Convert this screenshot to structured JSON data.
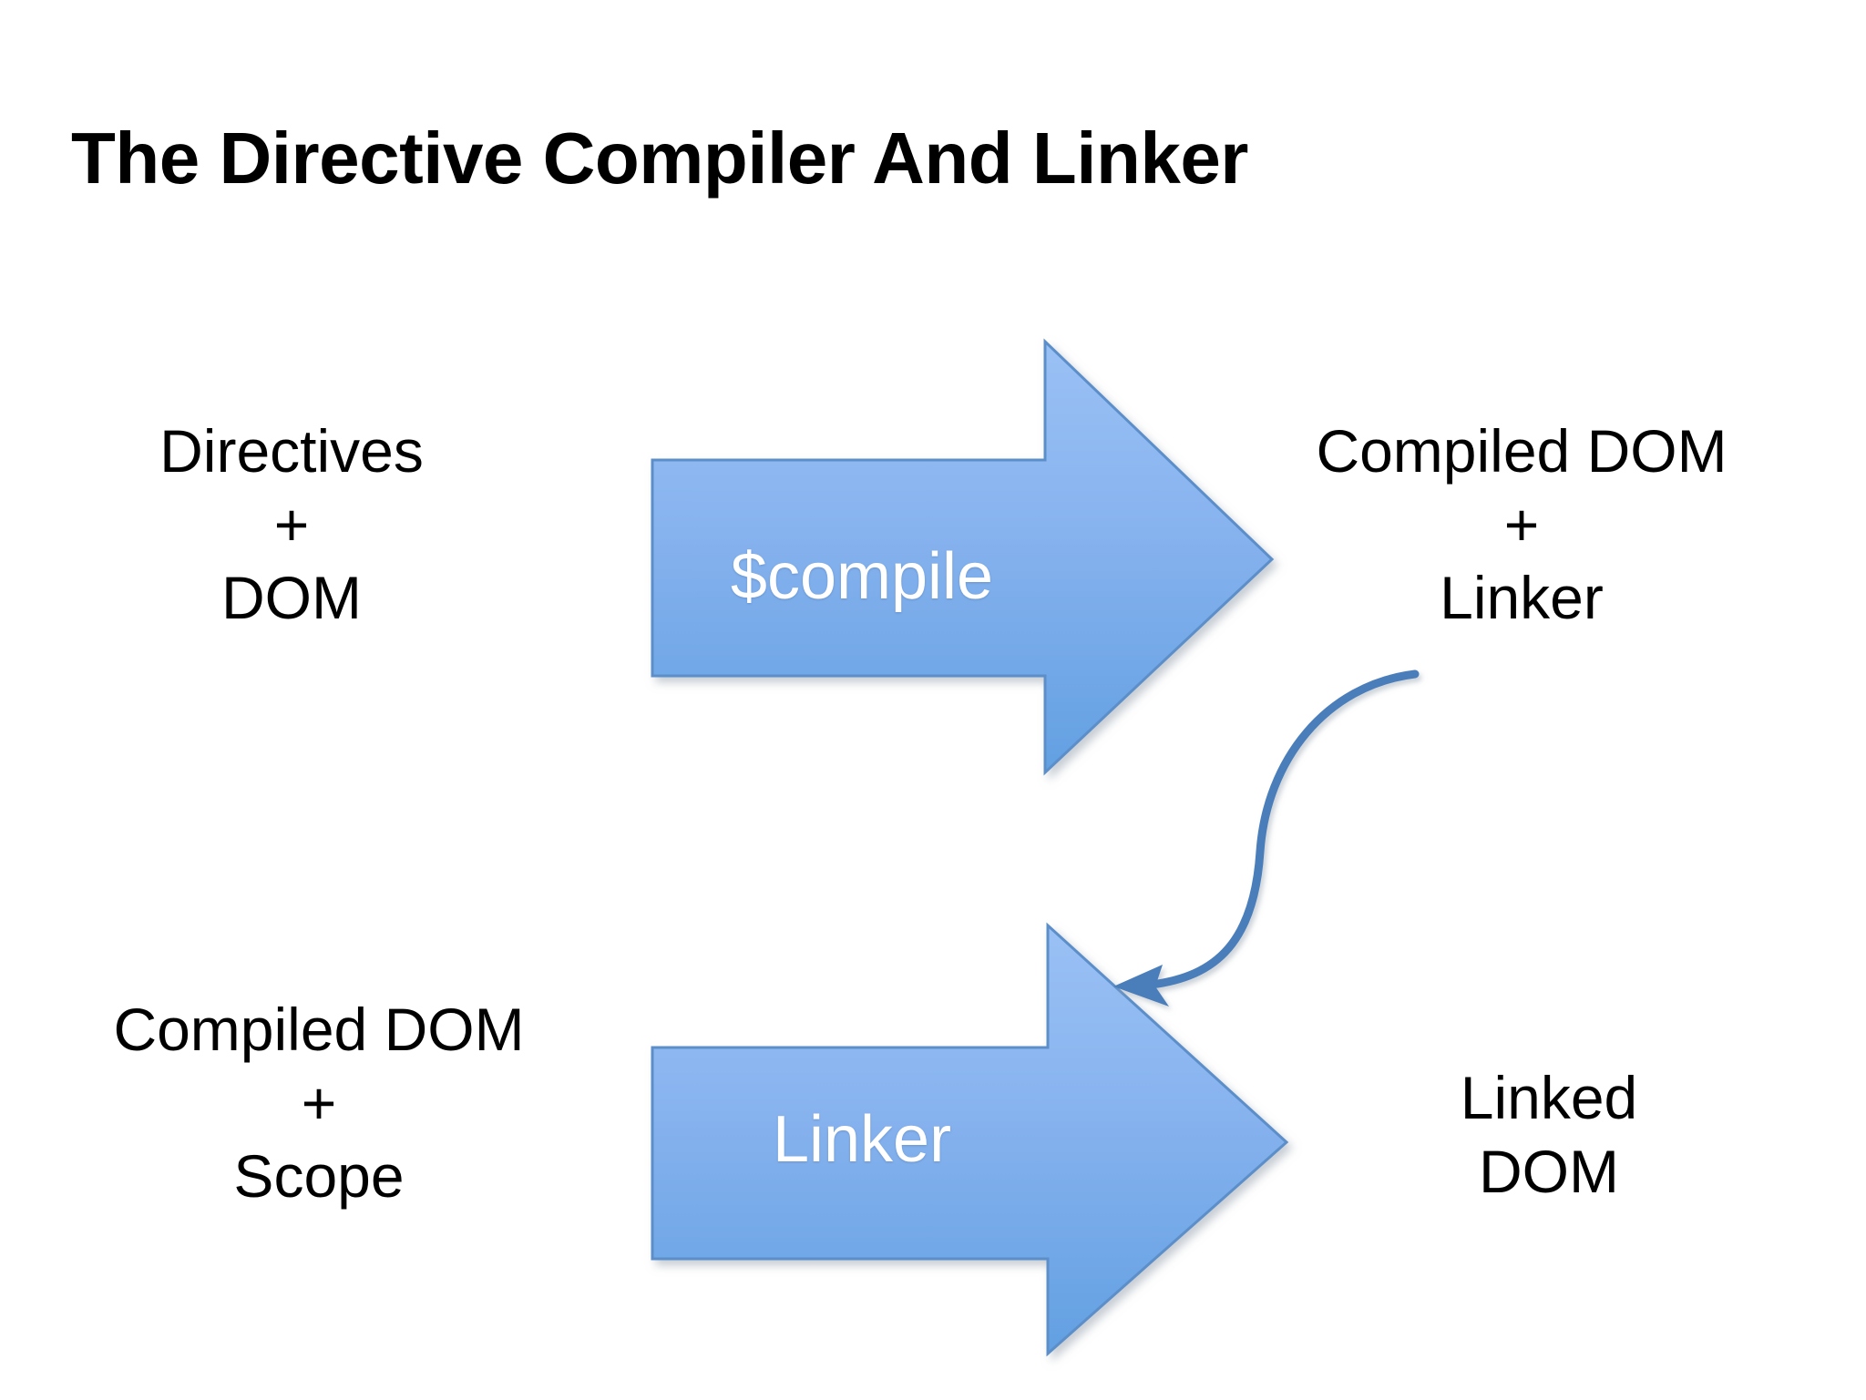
{
  "slide": {
    "title": "The Directive Compiler And Linker",
    "background_color": "#ffffff"
  },
  "colors": {
    "arrow_fill_top": "#93BCF2",
    "arrow_fill_bottom": "#64A0E0",
    "arrow_outline": "#5B8FC9",
    "curve_stroke": "#4A7EBB",
    "text": "#000000",
    "arrow_label_text": "#ffffff"
  },
  "flow": {
    "top_row": {
      "input": {
        "lines": [
          "Directives",
          "+",
          "DOM"
        ]
      },
      "arrow": {
        "label": "$compile",
        "direction": "right"
      },
      "output": {
        "lines": [
          "Compiled DOM",
          "+",
          "Linker"
        ]
      }
    },
    "bottom_row": {
      "input": {
        "lines": [
          "Compiled DOM",
          "+",
          "Scope"
        ]
      },
      "arrow": {
        "label": "Linker",
        "direction": "right"
      },
      "output": {
        "lines": [
          "Linked",
          "DOM"
        ]
      }
    },
    "connector": {
      "from": "Linker",
      "to": "Linker arrow",
      "style": "curved-arrow",
      "direction": "down-left"
    }
  }
}
